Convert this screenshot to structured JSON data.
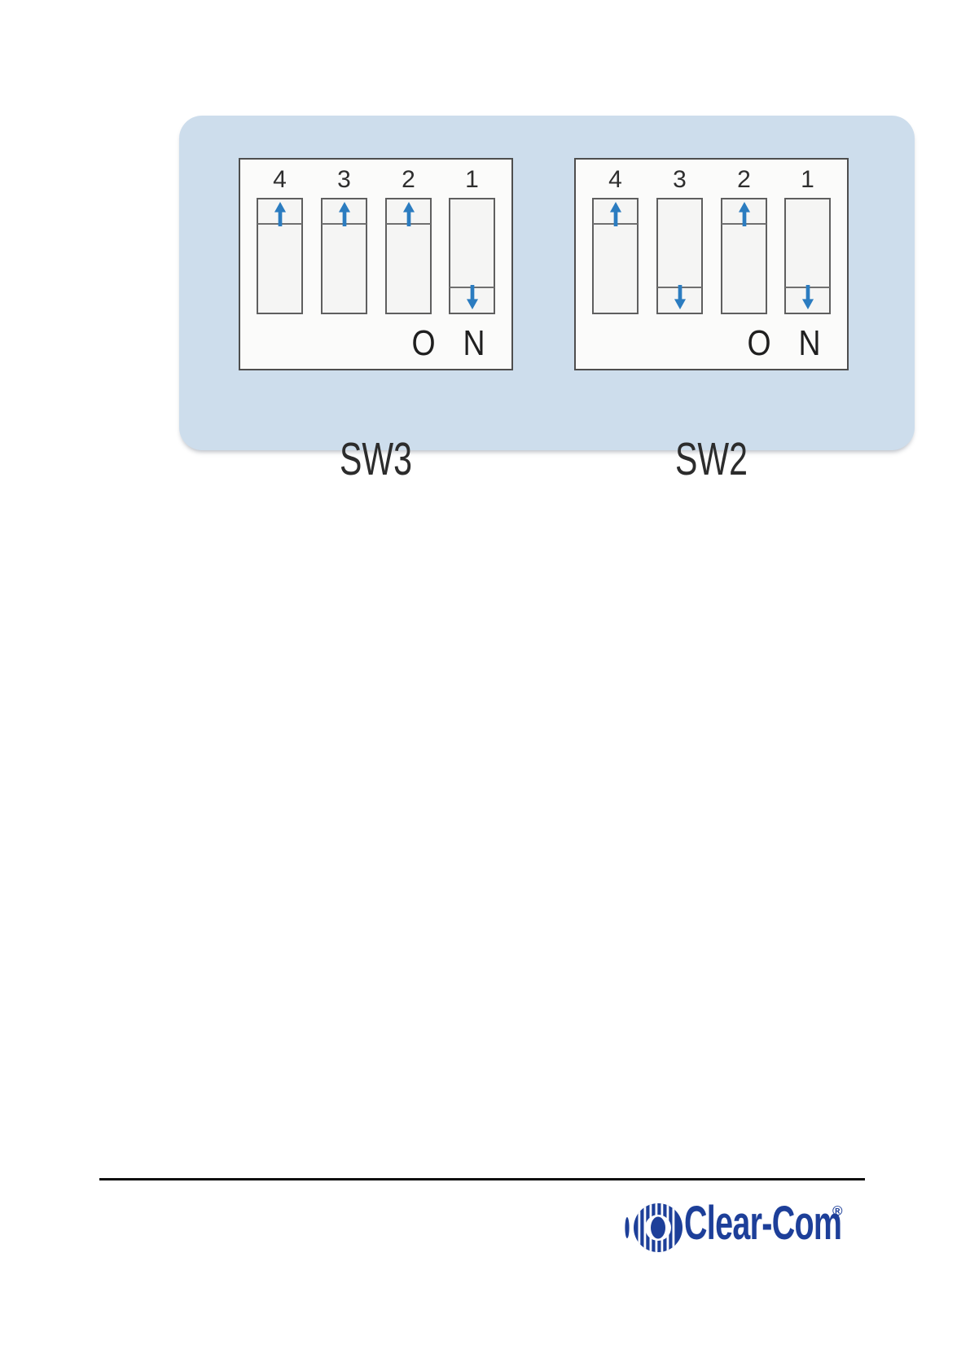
{
  "panel": {
    "background": "#cdddec",
    "arrow_color": "#2b7cc0",
    "blocks": [
      {
        "label": "SW3",
        "on_letters": [
          "O",
          "N"
        ],
        "switches": [
          {
            "number": "4",
            "state": "up"
          },
          {
            "number": "3",
            "state": "up"
          },
          {
            "number": "2",
            "state": "up"
          },
          {
            "number": "1",
            "state": "down"
          }
        ]
      },
      {
        "label": "SW2",
        "on_letters": [
          "O",
          "N"
        ],
        "switches": [
          {
            "number": "4",
            "state": "up"
          },
          {
            "number": "3",
            "state": "down"
          },
          {
            "number": "2",
            "state": "up"
          },
          {
            "number": "1",
            "state": "down"
          }
        ]
      }
    ]
  },
  "footer": {
    "logo_text": "Clear-Com",
    "registered_mark": "®",
    "logo_color": "#1d3f99"
  }
}
